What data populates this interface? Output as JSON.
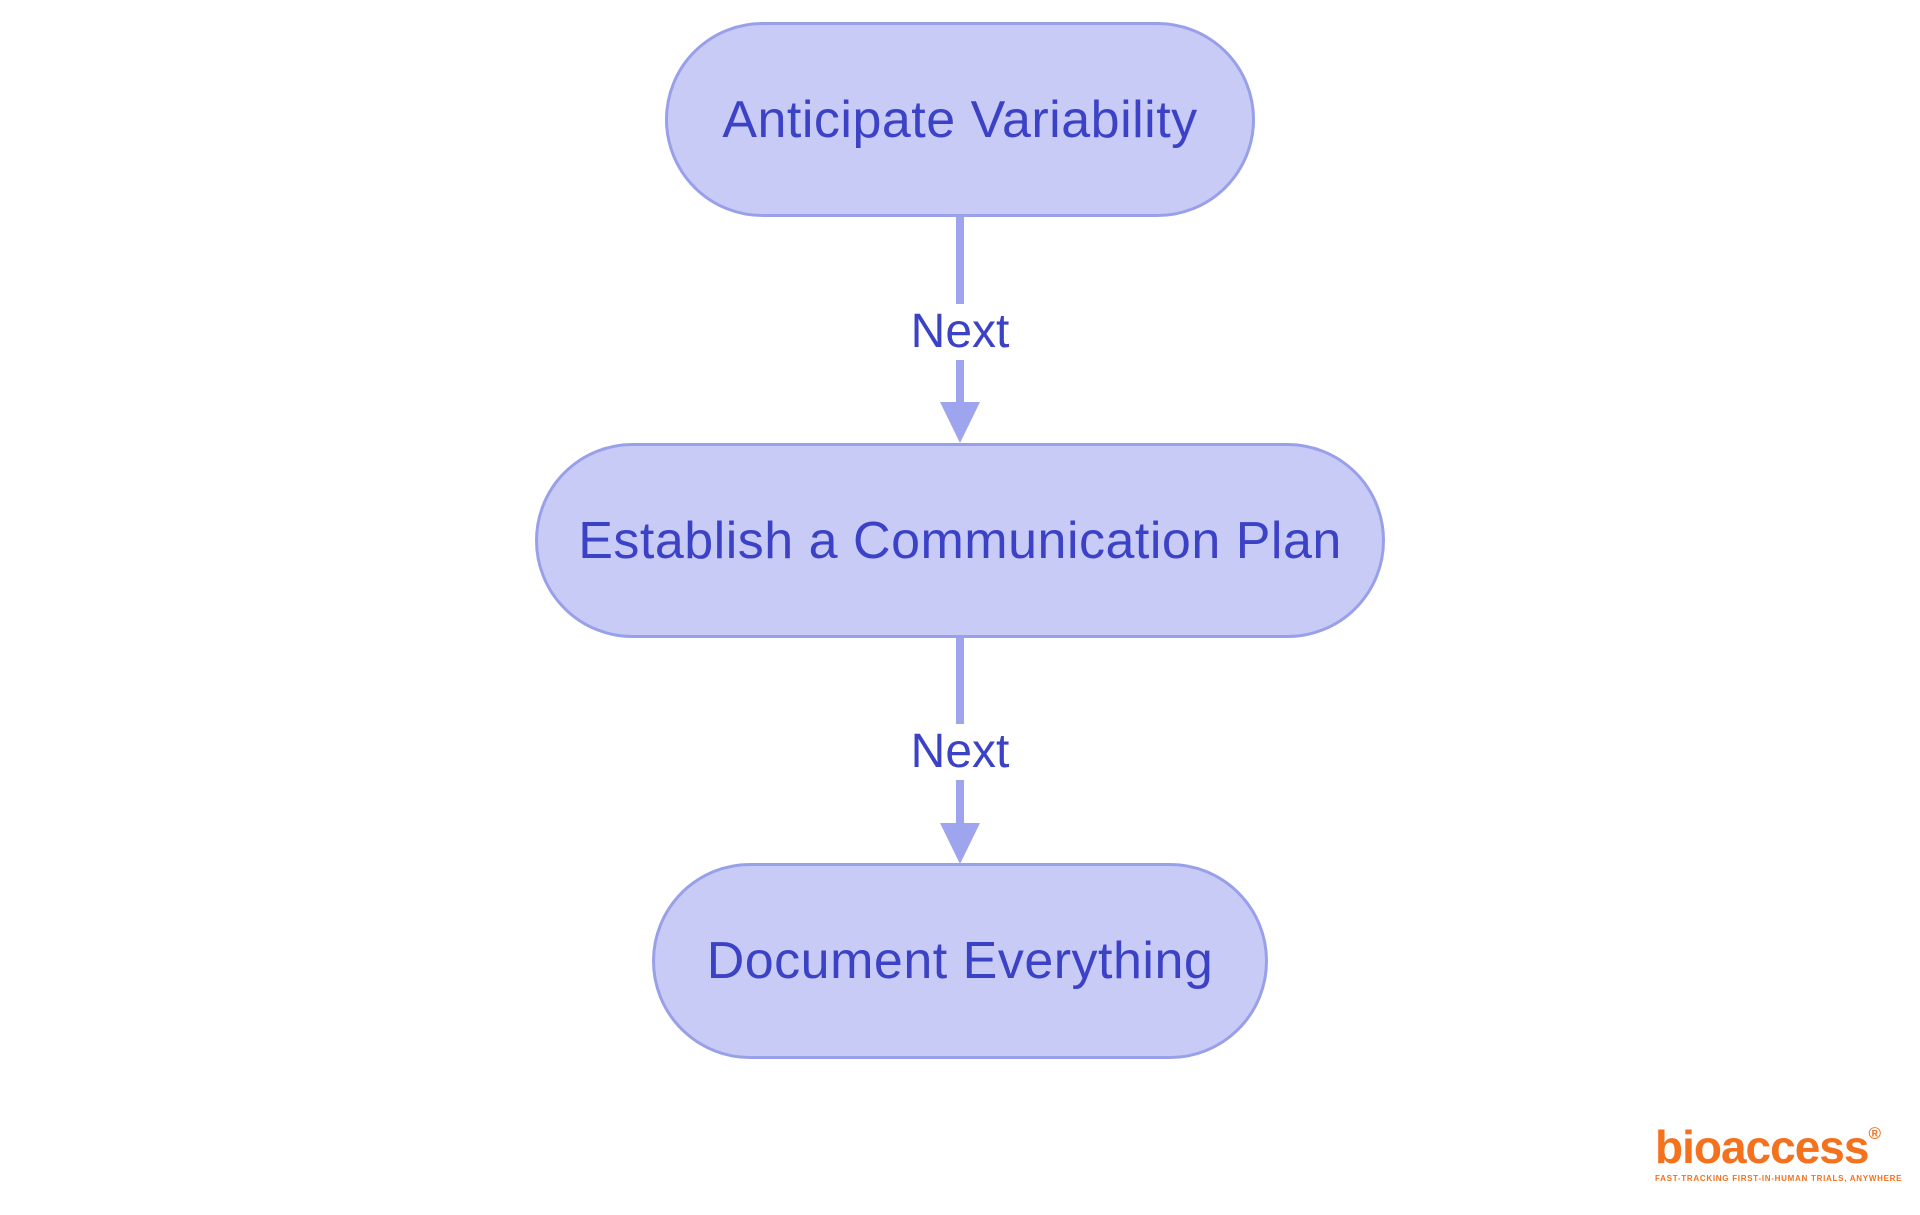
{
  "diagram": {
    "type": "flowchart",
    "direction": "top-down",
    "nodes": [
      {
        "id": "n1",
        "label": "Anticipate Variability"
      },
      {
        "id": "n2",
        "label": "Establish a Communication Plan"
      },
      {
        "id": "n3",
        "label": "Document Everything"
      }
    ],
    "edges": [
      {
        "from": "n1",
        "to": "n2",
        "label": "Next"
      },
      {
        "from": "n2",
        "to": "n3",
        "label": "Next"
      }
    ]
  },
  "branding": {
    "logo_text": "bioaccess",
    "registered_mark": "®",
    "tagline": "FAST-TRACKING FIRST-IN-HUMAN TRIALS, ANYWHERE"
  },
  "colors": {
    "node_fill": "#c9cbf7",
    "node_border": "#99a0ea",
    "node_text": "#3c42c5",
    "arrow": "#9ea5ee",
    "edge_label_text": "#3c42c5",
    "logo_orange": "#f4711e",
    "background": "#ffffff"
  }
}
